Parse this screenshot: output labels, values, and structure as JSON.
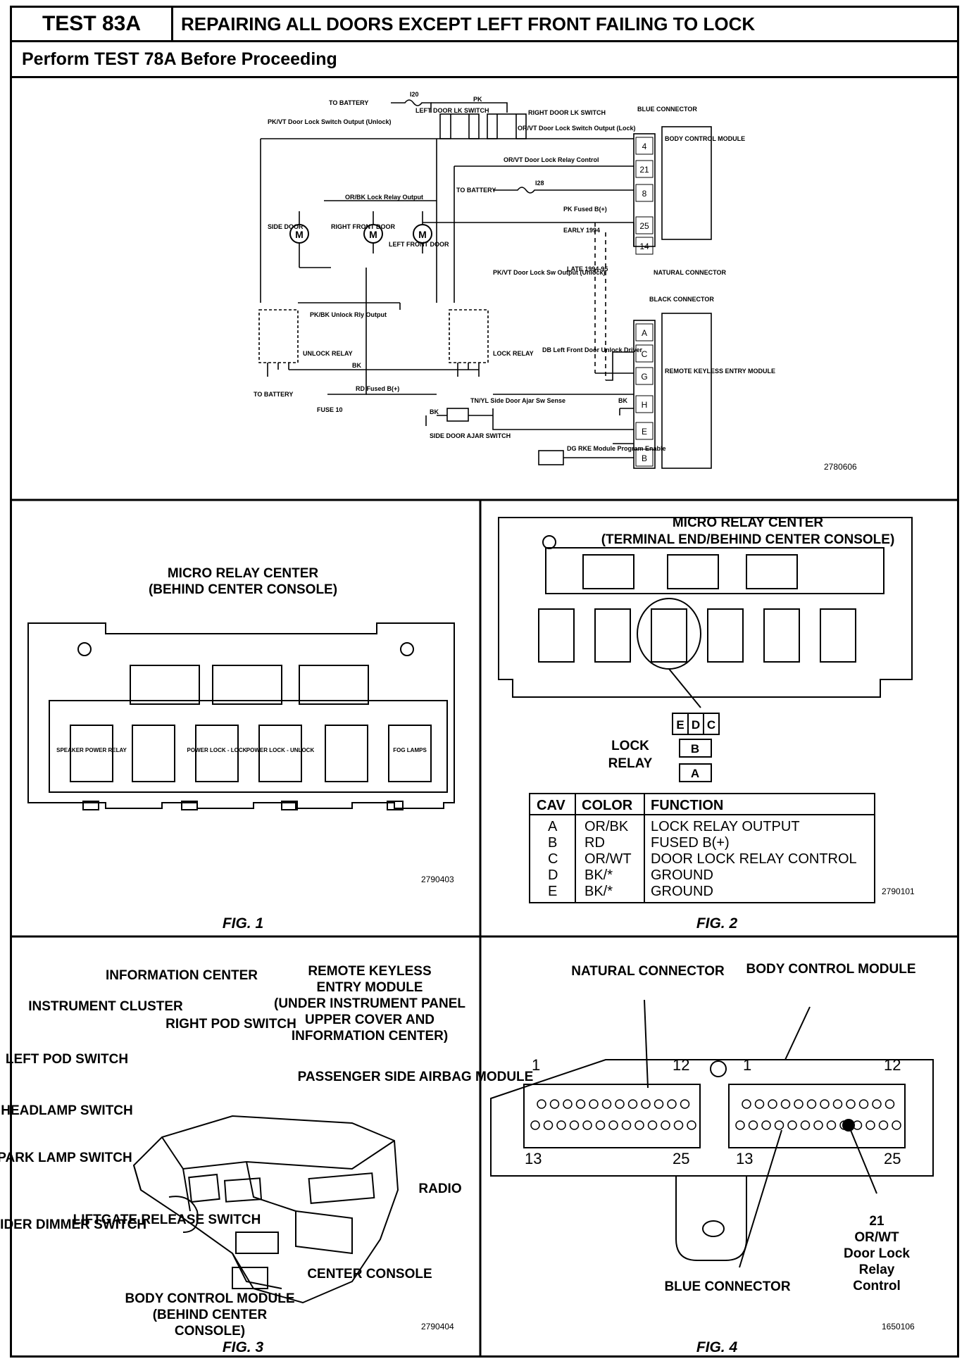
{
  "header": {
    "test_number": "TEST 83A",
    "title": "REPAIRING ALL DOORS EXCEPT LEFT FRONT FAILING TO LOCK",
    "subtitle": "Perform TEST 78A Before Proceeding"
  },
  "schematic": {
    "code": "2780606",
    "labels": {
      "to_battery_top": "TO BATTERY",
      "fuse_top": "I20",
      "pk": "PK",
      "left_door_sw": "LEFT DOOR LK SWITCH",
      "right_door_sw": "RIGHT DOOR LK SWITCH",
      "pkvt_unlock": "PK/VT Door Lock Switch Output (Unlock)",
      "orvt_lock": "OR/VT Door Lock Switch Output (Lock)",
      "blue_connector": "BLUE CONNECTOR",
      "bcm": "BODY CONTROL MODULE",
      "orvt_relay_ctrl": "OR/VT Door Lock Relay Control",
      "to_battery_mid": "TO BATTERY",
      "fuse_mid": "I28",
      "orbk": "OR/BK Lock Relay Output",
      "pk_fused": "PK Fused B(+)",
      "early_1994": "EARLY 1994",
      "late_1994": "LATE 1994-95",
      "natural_connector": "NATURAL CONNECTOR",
      "black_connector": "BLACK CONNECTOR",
      "side_door": "SIDE DOOR",
      "right_front_door": "RIGHT FRONT DOOR",
      "left_front_door": "LEFT FRONT DOOR",
      "pkvt_lock_sw": "PK/VT Door Lock Sw Output (Unlock)",
      "pkbk": "PK/BK Unlock Rly Output",
      "unlock_relay": "UNLOCK RELAY",
      "lock_relay": "LOCK RELAY",
      "bk": "BK",
      "db": "DB Left Front Door Unlock Driver",
      "rd_fused": "RD Fused B(+)",
      "to_battery_bot": "TO BATTERY",
      "fuse_bot": "FUSE 10",
      "tnyl": "TN/YL Side Door Ajar Sw Sense",
      "side_door_ajar": "SIDE DOOR AJAR SWITCH",
      "rke": "REMOTE KEYLESS ENTRY MODULE",
      "dg": "DG RKE Module Program Enable",
      "bk2": "BK",
      "bk3": "BK",
      "motor": "M",
      "pin_4": "4",
      "pin_21": "21",
      "pin_8": "8",
      "pin_25": "25",
      "pin_14": "14",
      "pin_A": "A",
      "pin_C": "C",
      "pin_G": "G",
      "pin_H": "H",
      "pin_E": "E",
      "pin_B": "B"
    }
  },
  "fig1": {
    "title_line1": "MICRO RELAY CENTER",
    "title_line2": "(BEHIND CENTER CONSOLE)",
    "relays": [
      "SPEAKER POWER RELAY",
      "",
      "POWER LOCK - LOCK",
      "POWER LOCK - UNLOCK",
      "",
      "FOG LAMPS"
    ],
    "code": "2790403",
    "caption": "FIG. 1"
  },
  "fig2": {
    "title_line1": "MICRO RELAY CENTER",
    "title_line2": "(TERMINAL END/BEHIND CENTER CONSOLE)",
    "relay_label_line1": "LOCK",
    "relay_label_line2": "RELAY",
    "pins": [
      "E",
      "D",
      "C",
      "B",
      "A"
    ],
    "table": {
      "headers": [
        "CAV",
        "COLOR",
        "FUNCTION"
      ],
      "rows": [
        [
          "A",
          "OR/BK",
          "LOCK RELAY OUTPUT"
        ],
        [
          "B",
          "RD",
          "FUSED B(+)"
        ],
        [
          "C",
          "OR/WT",
          "DOOR LOCK RELAY CONTROL"
        ],
        [
          "D",
          "BK/*",
          "GROUND"
        ],
        [
          "E",
          "BK/*",
          "GROUND"
        ]
      ]
    },
    "code": "2790101",
    "caption": "FIG. 2"
  },
  "fig3": {
    "labels": {
      "information_center": "INFORMATION CENTER",
      "instrument_cluster": "INSTRUMENT CLUSTER",
      "right_pod_switch": "RIGHT POD SWITCH",
      "left_pod_switch": "LEFT POD SWITCH",
      "headlamp_switch": "HEADLAMP SWITCH",
      "park_lamp_switch": "PARK LAMP SWITCH",
      "slider_dimmer_switch": "SLIDER DIMMER SWITCH",
      "liftgate_release_switch": "LIFTGATE RELEASE SWITCH",
      "rke_line1": "REMOTE KEYLESS",
      "rke_line2": "ENTRY MODULE",
      "rke_line3": "(UNDER INSTRUMENT PANEL",
      "rke_line4": "UPPER COVER AND",
      "rke_line5": "INFORMATION CENTER)",
      "passenger_airbag": "PASSENGER SIDE AIRBAG MODULE",
      "radio": "RADIO",
      "center_console": "CENTER CONSOLE",
      "bcm_line1": "BODY CONTROL MODULE",
      "bcm_line2": "(BEHIND CENTER",
      "bcm_line3": "CONSOLE)"
    },
    "code": "2790404",
    "caption": "FIG. 3"
  },
  "fig4": {
    "natural_connector": "NATURAL CONNECTOR",
    "body_control_module": "BODY CONTROL MODULE",
    "blue_connector": "BLUE CONNECTOR",
    "pin_1": "1",
    "pin_12": "12",
    "pin_13": "13",
    "pin_25": "25",
    "callout_line1": "21",
    "callout_line2": "OR/WT",
    "callout_line3": "Door Lock",
    "callout_line4": "Relay",
    "callout_line5": "Control",
    "code": "1650106",
    "caption": "FIG. 4"
  }
}
